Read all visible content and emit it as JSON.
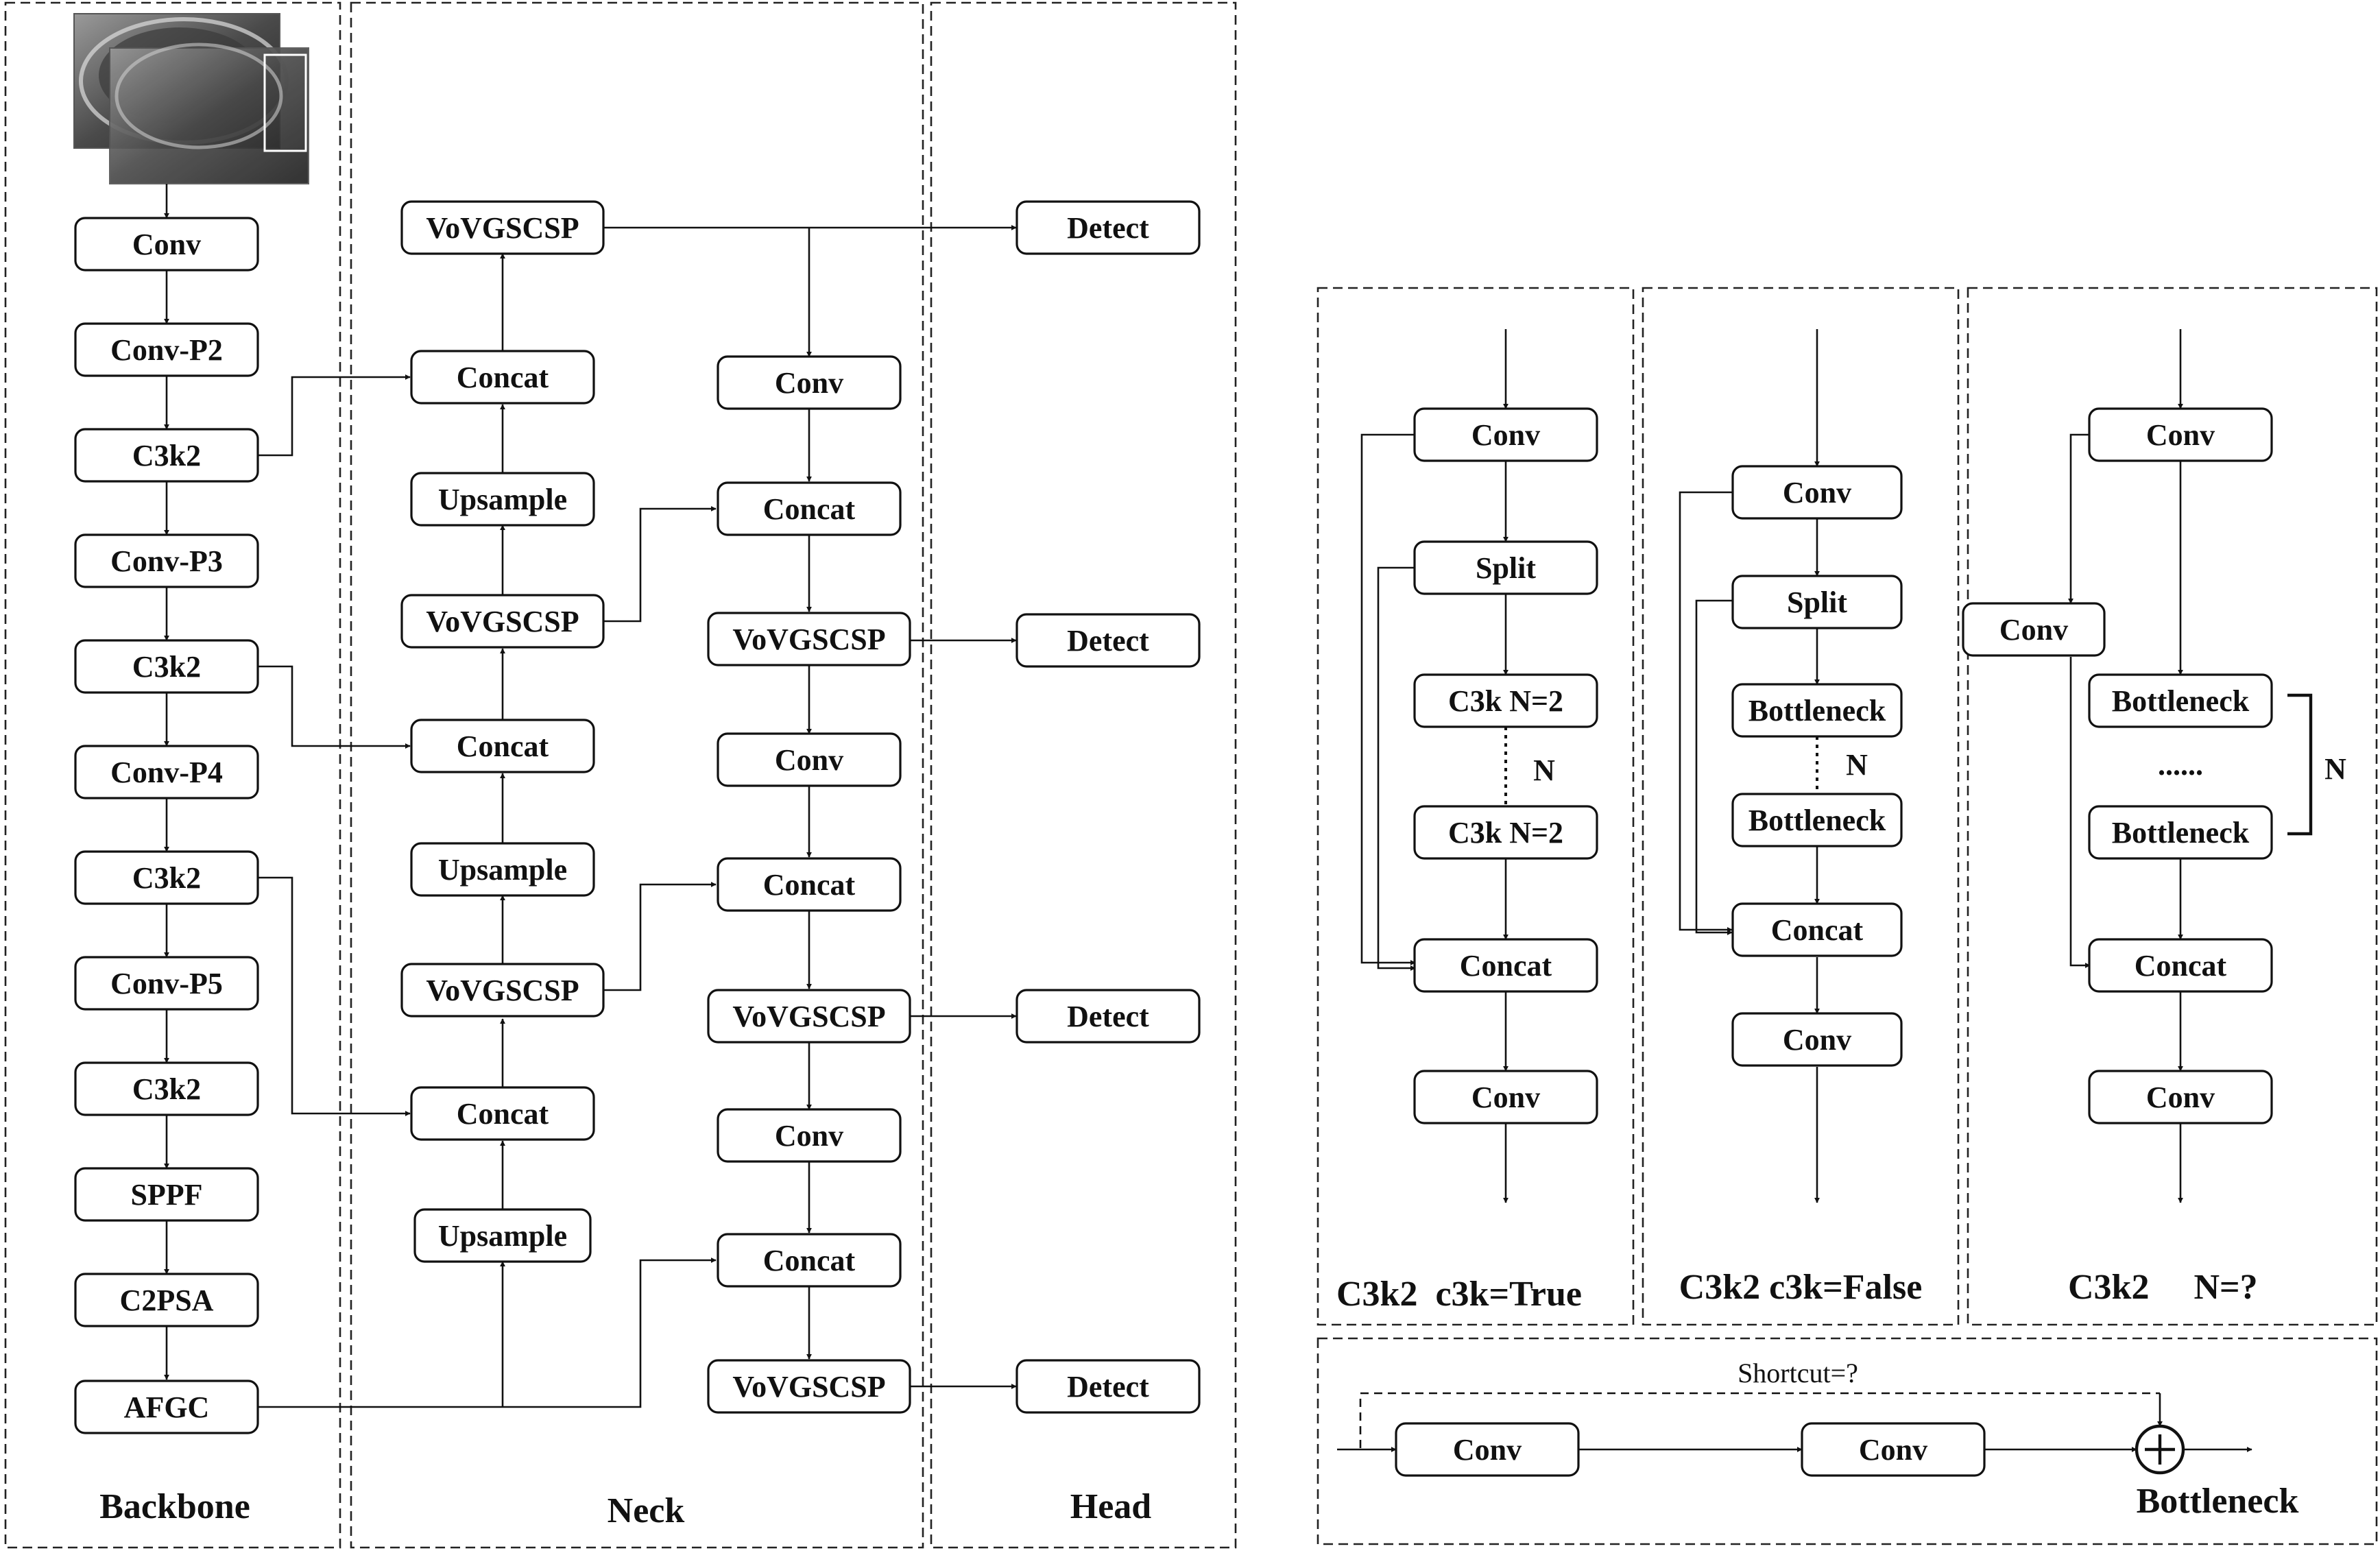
{
  "labels": {
    "backbone": "Backbone",
    "neck": "Neck",
    "head": "Head",
    "c3k2_true": "C3k2  c3k=True",
    "c3k2_false": "C3k2 c3k=False",
    "c3k2_n": "C3k2     N=?",
    "bottleneck": "Bottleneck",
    "shortcut": "Shortcut=?",
    "n_mark": "N",
    "ellipsis": "......"
  },
  "backbone": [
    "Conv",
    "Conv-P2",
    "C3k2",
    "Conv-P3",
    "C3k2",
    "Conv-P4",
    "C3k2",
    "Conv-P5",
    "C3k2",
    "SPPF",
    "C2PSA",
    "AFGC"
  ],
  "neck_left": [
    "VoVGSCSP",
    "Concat",
    "Upsample",
    "VoVGSCSP",
    "Concat",
    "Upsample",
    "VoVGSCSP",
    "Concat",
    "Upsample"
  ],
  "neck_right": [
    "Conv",
    "Concat",
    "VoVGSCSP",
    "Conv",
    "Concat",
    "VoVGSCSP",
    "Conv",
    "Concat",
    "VoVGSCSP"
  ],
  "head": [
    "Detect",
    "Detect",
    "Detect",
    "Detect"
  ],
  "c3k_true": [
    "Conv",
    "Split",
    "C3k N=2",
    "C3k N=2",
    "Concat",
    "Conv"
  ],
  "c3k_false": [
    "Conv",
    "Split",
    "Bottleneck",
    "Bottleneck",
    "Concat",
    "Conv"
  ],
  "c3k2_n": [
    "Conv",
    "Conv",
    "Bottleneck",
    "Bottleneck",
    "Concat",
    "Conv"
  ],
  "bottleneck_blocks": [
    "Conv",
    "Conv"
  ]
}
